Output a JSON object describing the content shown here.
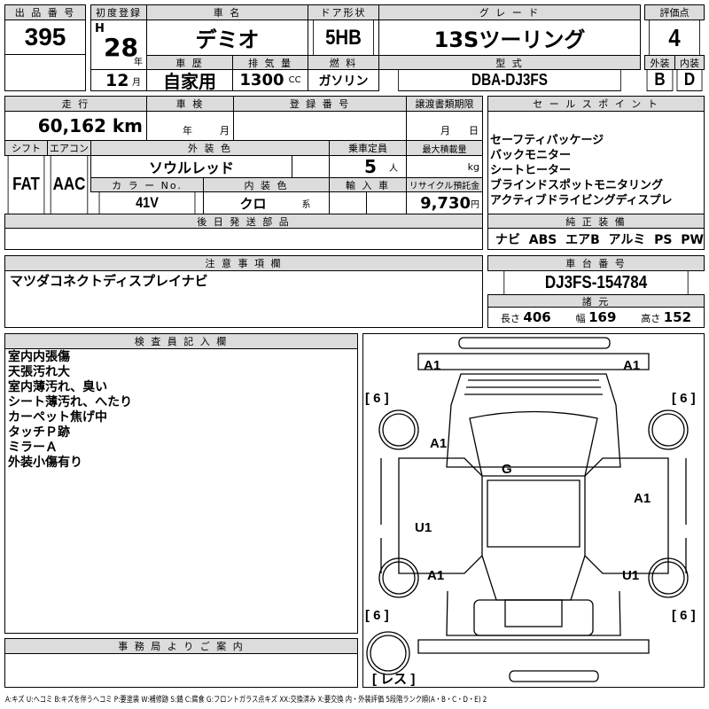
{
  "lot": {
    "label": "出 品 番 号",
    "value": "395"
  },
  "first_reg": {
    "label": "初度登録",
    "era": "H",
    "year": "28",
    "year_unit": "年",
    "month": "12",
    "month_unit": "月"
  },
  "car_name": {
    "label": "車 名",
    "value": "デミオ"
  },
  "door": {
    "label": "ドア形状",
    "value": "5HB"
  },
  "grade": {
    "label": "グ レ ー ド",
    "value": "13Sツーリング"
  },
  "score": {
    "label": "評価点",
    "value": "4",
    "ext_label": "外装",
    "int_label": "内装",
    "ext": "B",
    "int": "D"
  },
  "history": {
    "label": "車 歴",
    "value": "自家用"
  },
  "displacement": {
    "label": "排 気 量",
    "value": "1300",
    "unit": "CC"
  },
  "fuel": {
    "label": "燃 料",
    "value": "ガソリン"
  },
  "model": {
    "label": "型 式",
    "value": "DBA-DJ3FS"
  },
  "mileage": {
    "label": "走 行",
    "value": "60,162 km"
  },
  "inspection": {
    "label": "車 検",
    "year_unit": "年",
    "month_unit": "月"
  },
  "reg_no": {
    "label": "登 録 番 号"
  },
  "transfer": {
    "label": "譲渡書類期限",
    "month_unit": "月",
    "day_unit": "日"
  },
  "shift": {
    "label": "シフト",
    "value": "FAT"
  },
  "ac": {
    "label": "エアコン",
    "value": "AAC"
  },
  "ext_color": {
    "label": "外 装 色",
    "value": "ソウルレッド"
  },
  "capacity": {
    "label": "乗車定員",
    "value": "5",
    "unit": "人"
  },
  "max_load": {
    "label": "最大積載量",
    "unit": "kg"
  },
  "color_no": {
    "label": "カ ラ ー No.",
    "value": "41V"
  },
  "int_color": {
    "label": "内 装 色",
    "value": "クロ",
    "unit": "系"
  },
  "import": {
    "label": "輸 入 車"
  },
  "recycle": {
    "label": "リサイクル預託金",
    "value": "9,730",
    "unit": "円"
  },
  "later_parts": {
    "label": "後 日 発 送 部 品"
  },
  "sales_points": {
    "label": "セ ー ル ス ポ イ ン ト",
    "items": [
      "セーフティパッケージ",
      "バックモニター",
      "シートヒーター",
      "ブラインドスポットモニタリング",
      "アクティブドライビングディスプレ"
    ]
  },
  "equipment": {
    "label": "純 正 装 備",
    "value": "ナビ  ABS  エアB  アルミ  PS  PW"
  },
  "notes": {
    "label": "注 意 事 項 欄",
    "value": "マツダコネクトディスプレイナビ"
  },
  "chassis": {
    "label": "車 台 番 号",
    "value": "DJ3FS-154784",
    "dims_label": "諸 元",
    "len_label": "長さ",
    "len": "406",
    "wid_label": "幅",
    "wid": "169",
    "hei_label": "高さ",
    "hei": "152"
  },
  "inspector": {
    "label": "検 査 員 記 入 欄",
    "items": [
      "室内内張傷",
      "天張汚れ大",
      "室内薄汚れ、臭い",
      "シート薄汚れ、へたり",
      "カーペット焦げ中",
      "タッチＰ跡",
      "ミラーＡ",
      "外装小傷有り"
    ]
  },
  "office": {
    "label": "事 務 局 よ り ご 案 内"
  },
  "diagram": {
    "marks": {
      "fl": "A1",
      "fr": "A1",
      "front_door_l": "A1",
      "front_door_r": "A1",
      "glass": "G",
      "rear_door_l": "U1",
      "rear_l": "A1",
      "rear_r": "U1"
    },
    "tire": "6",
    "tire_fl": "[ 6 ]",
    "tire_fr": "[ 6 ]",
    "tire_rl": "[ 6 ]",
    "tire_rr": "[ 6 ]",
    "spare": "[ レス ]"
  },
  "legend": "A:キズ U:ヘコミ B:キズを伴うヘコミ P:要塗装 W:補修跡 S:錆 C:腐食 G:フロントガラス点キズ XX:交換済み X:要交換  内・外装評価  5段階ランク順(A・B・C・D・E) 2"
}
